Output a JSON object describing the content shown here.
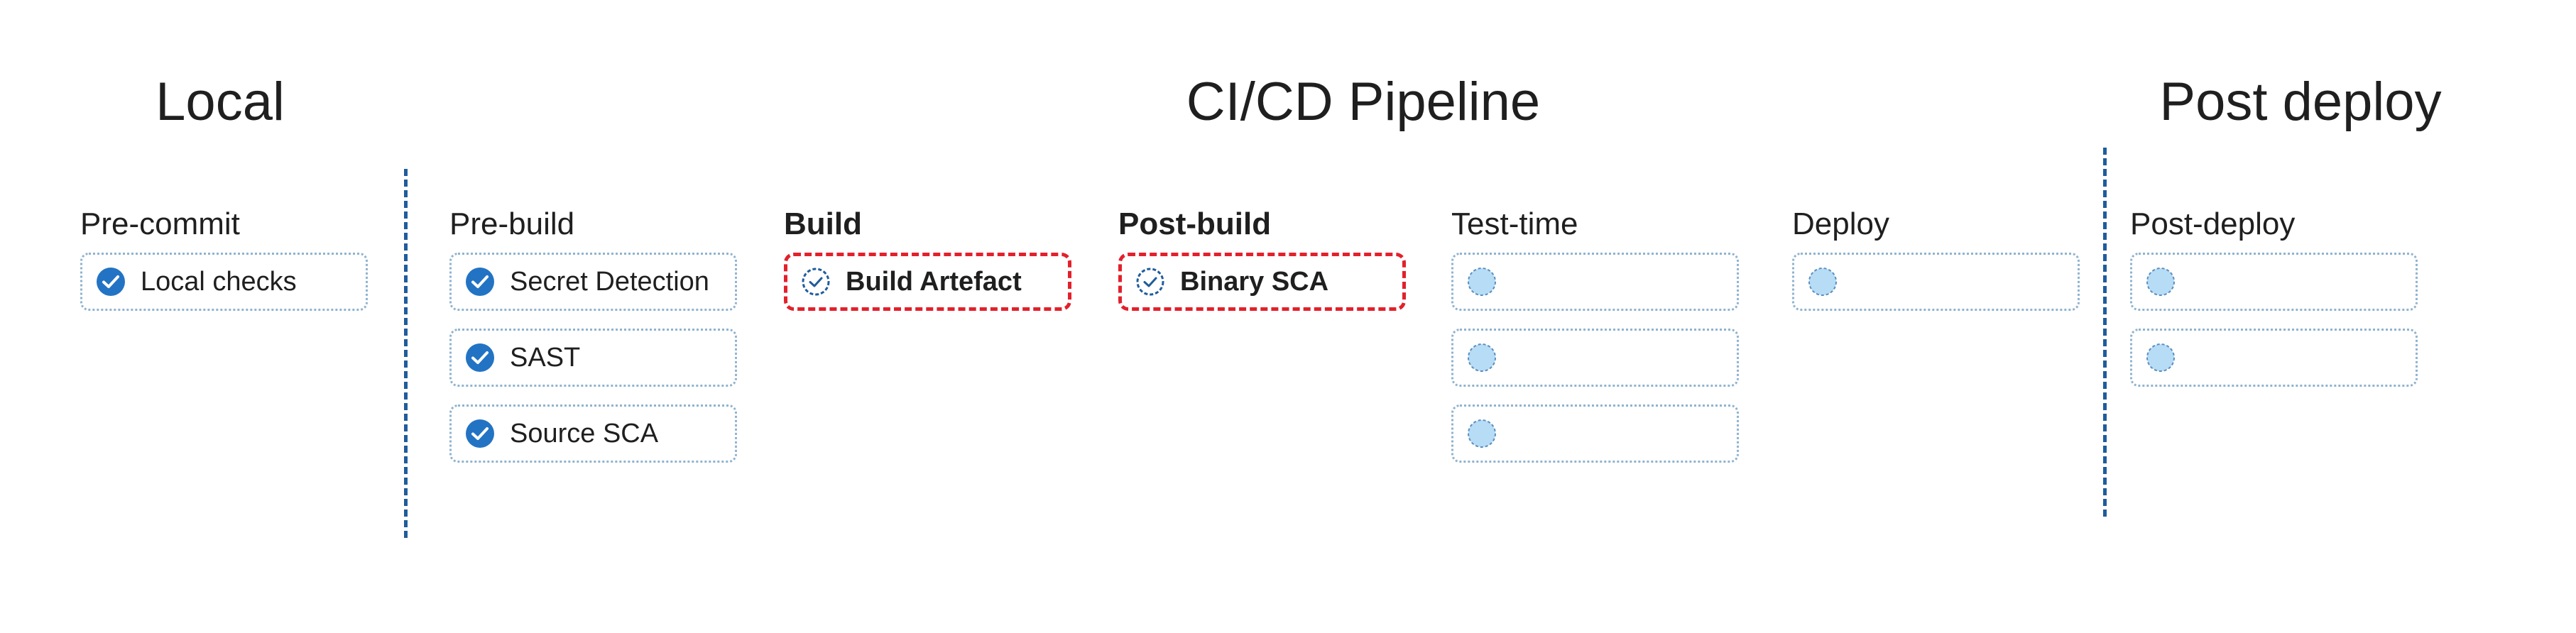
{
  "sections": {
    "local": "Local",
    "pipeline": "CI/CD Pipeline",
    "post_deploy": "Post deploy"
  },
  "columns": {
    "pre_commit": {
      "title": "Pre-commit",
      "items": [
        "Local checks"
      ]
    },
    "pre_build": {
      "title": "Pre-build",
      "items": [
        "Secret Detection",
        "SAST",
        "Source SCA"
      ]
    },
    "build": {
      "title": "Build",
      "items": [
        "Build Artefact"
      ]
    },
    "post_build": {
      "title": "Post-build",
      "items": [
        "Binary SCA"
      ]
    },
    "test_time": {
      "title": "Test-time",
      "items": [
        "",
        "",
        ""
      ]
    },
    "deploy": {
      "title": "Deploy",
      "items": [
        ""
      ]
    },
    "post_deploy": {
      "title": "Post-deploy",
      "items": [
        "",
        ""
      ]
    }
  },
  "colors": {
    "done": "#2373c4",
    "pending": "#b7dcf5",
    "highlight_border": "#e3202b",
    "separator": "#1f5c9c"
  },
  "icons": {
    "done": "check-circle-icon",
    "outline": "check-circle-outline-icon",
    "pending": "pending-circle-icon"
  }
}
